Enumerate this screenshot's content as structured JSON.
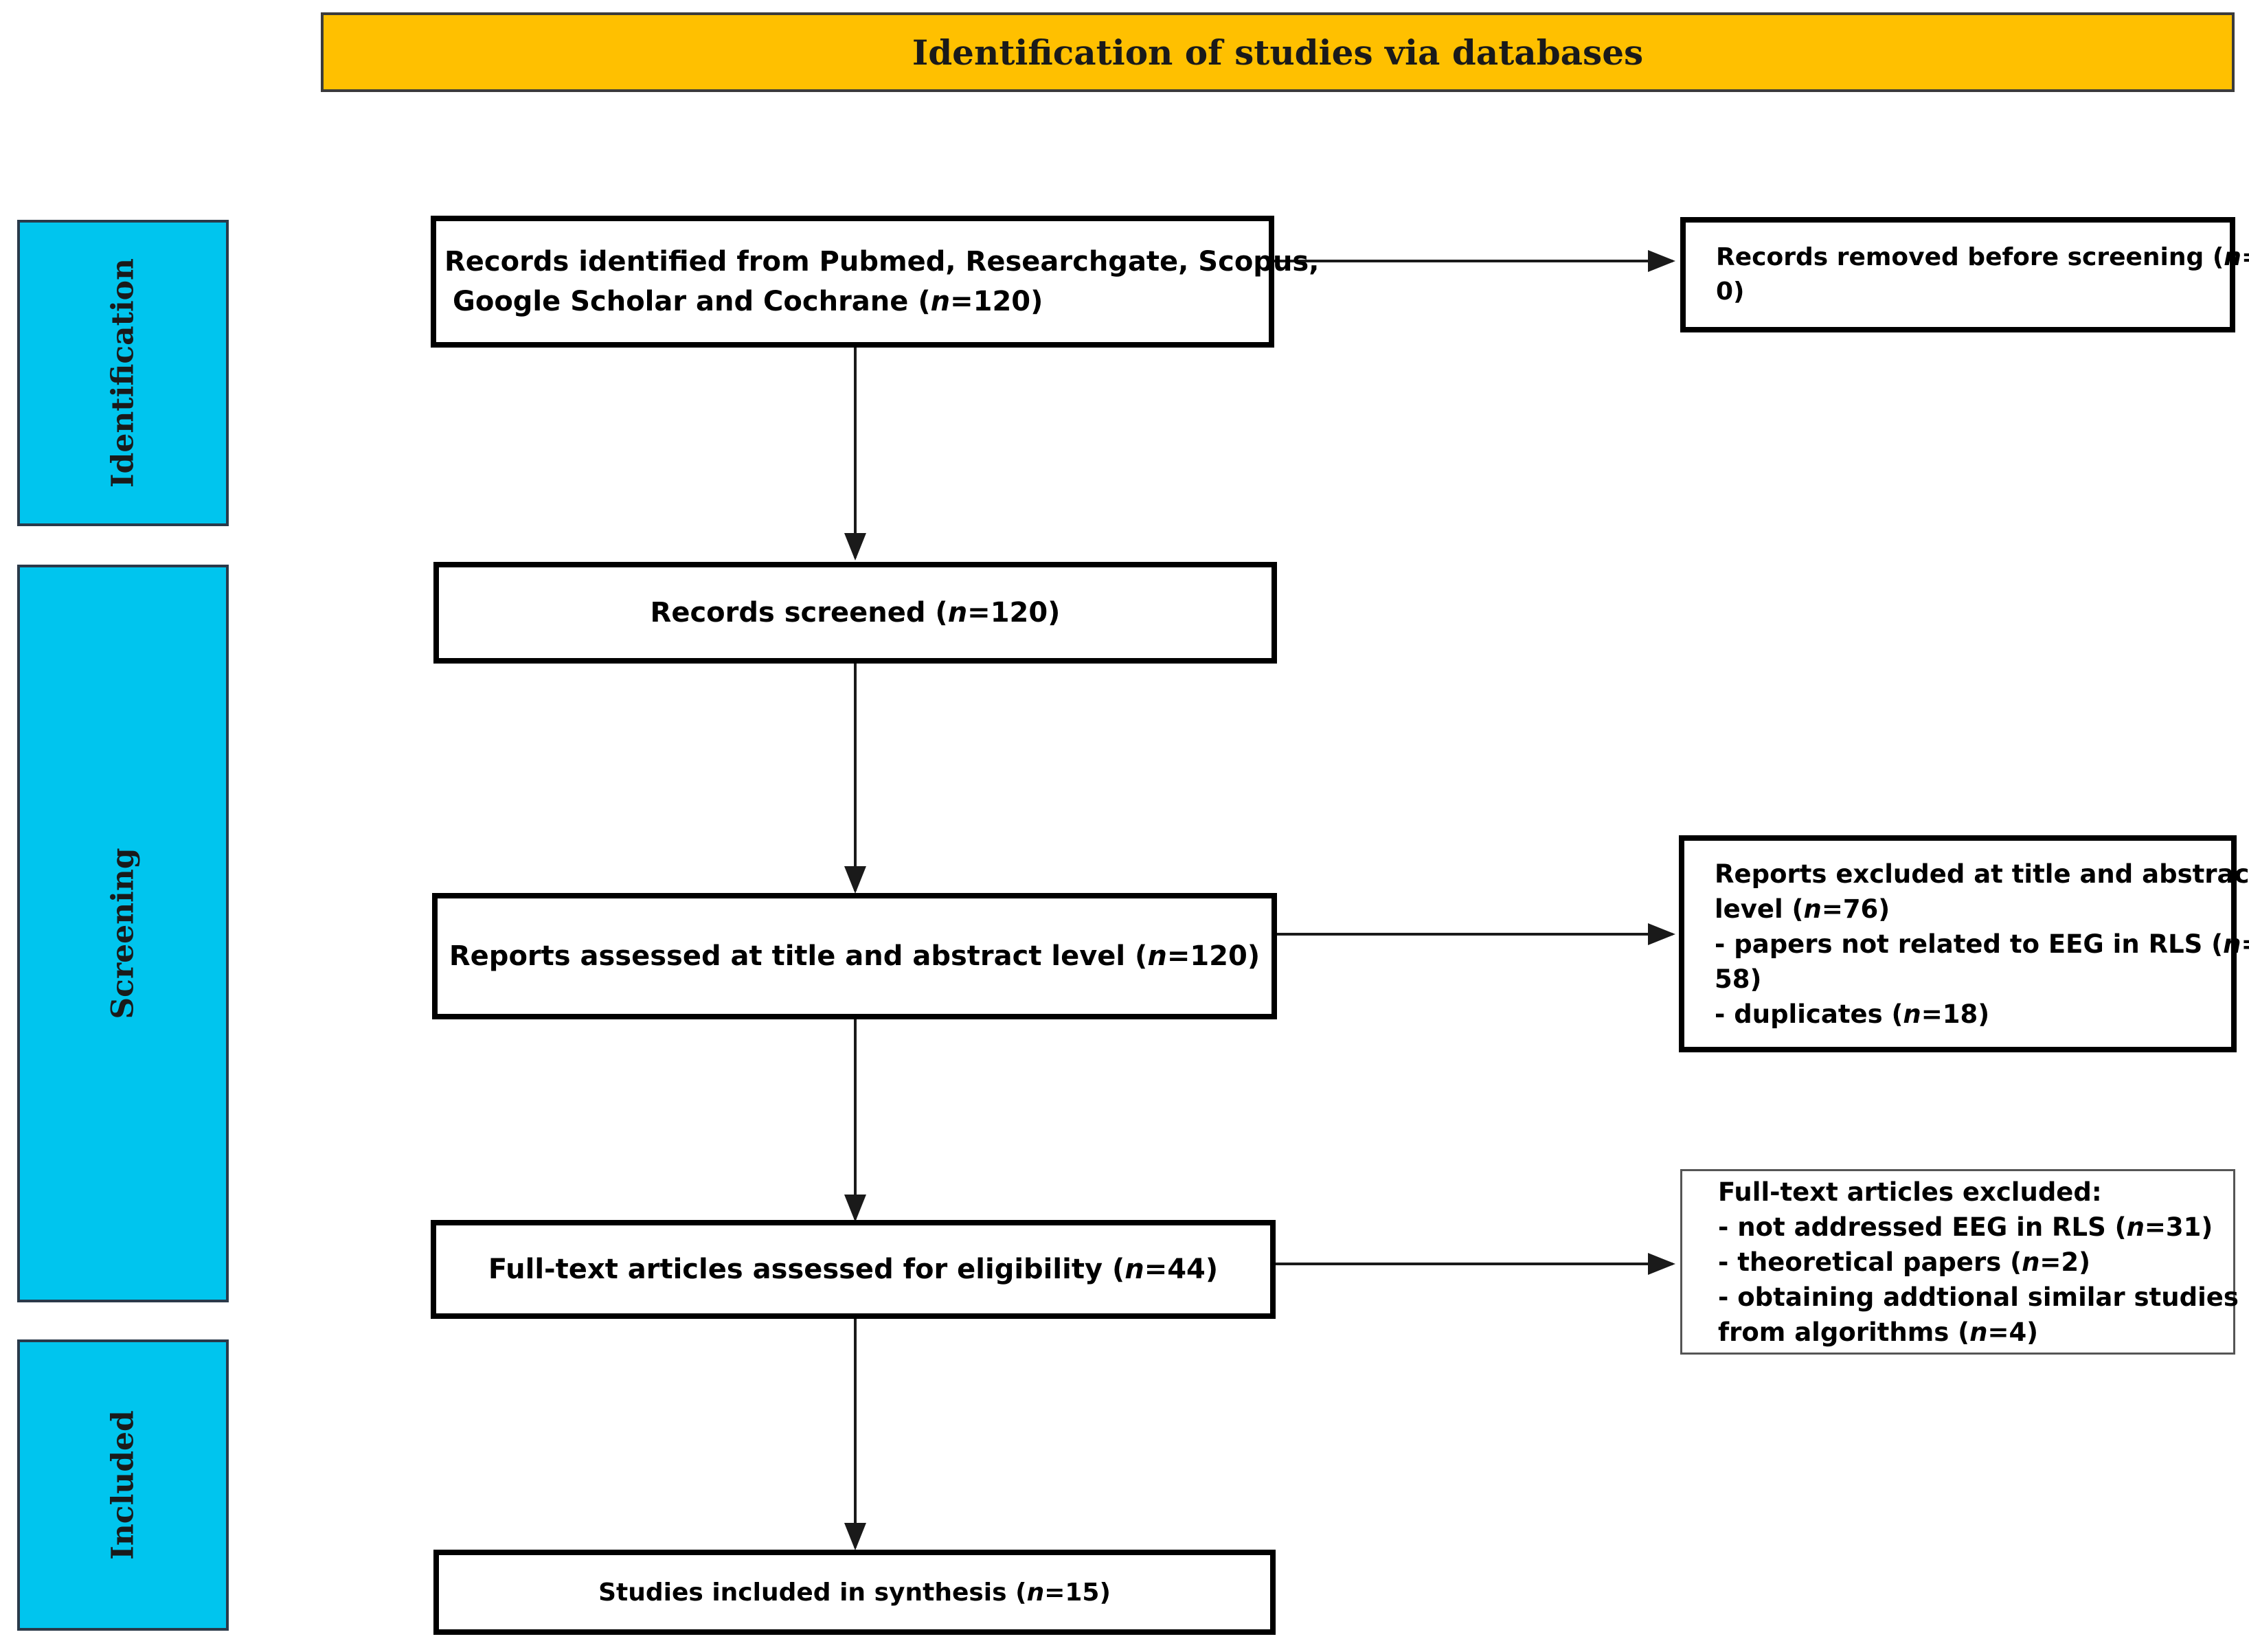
{
  "header": {
    "title": "Identification of studies via databases"
  },
  "stages": {
    "identification": "Identification",
    "screening": "Screening",
    "included": "Included"
  },
  "boxes": {
    "records_identified": {
      "line1": "Records identified from Pubmed, Researchgate, Scopus,",
      "line2_prefix": "Google Scholar and Cochrane (",
      "n": "n",
      "line2_suffix": "=120)"
    },
    "records_removed": {
      "line1_prefix": "Records removed before screening (",
      "n": "n",
      "line1_suffix": "=",
      "line2": "0)"
    },
    "records_screened": {
      "prefix": "Records screened (",
      "n": "n",
      "suffix": "=120)"
    },
    "reports_assessed": {
      "prefix": "Reports assessed at title and abstract level (",
      "n": "n",
      "suffix": "=120)"
    },
    "reports_excluded": {
      "line1": "Reports excluded at title and abstract",
      "line2_prefix": "level (",
      "line2_n": "n",
      "line2_suffix": "=76)",
      "line3_prefix": "- papers not related to EEG in RLS (",
      "line3_n": "n",
      "line3_suffix": "=",
      "line4": "58)",
      "line5_prefix": "- duplicates (",
      "line5_n": "n",
      "line5_suffix": "=18)"
    },
    "fulltext_assessed": {
      "prefix": "Full-text articles assessed for eligibility (",
      "n": "n",
      "suffix": "=44)"
    },
    "fulltext_excluded": {
      "line1": "Full-text articles excluded:",
      "line2_prefix": "- not addressed EEG in RLS (",
      "line2_n": "n",
      "line2_suffix": "=31)",
      "line3_prefix": "- theoretical papers (",
      "line3_n": "n",
      "line3_suffix": "=2)",
      "line4": "- obtaining addtional similar studies",
      "line5_prefix": "from algorithms (",
      "line5_n": "n",
      "line5_suffix": "=4)"
    },
    "studies_included": {
      "prefix": "Studies included in synthesis (",
      "n": "n",
      "suffix": "=15)"
    }
  },
  "colors": {
    "header_fill": "#FFC000",
    "stage_fill": "#00C5EE",
    "box_border": "#000000"
  }
}
